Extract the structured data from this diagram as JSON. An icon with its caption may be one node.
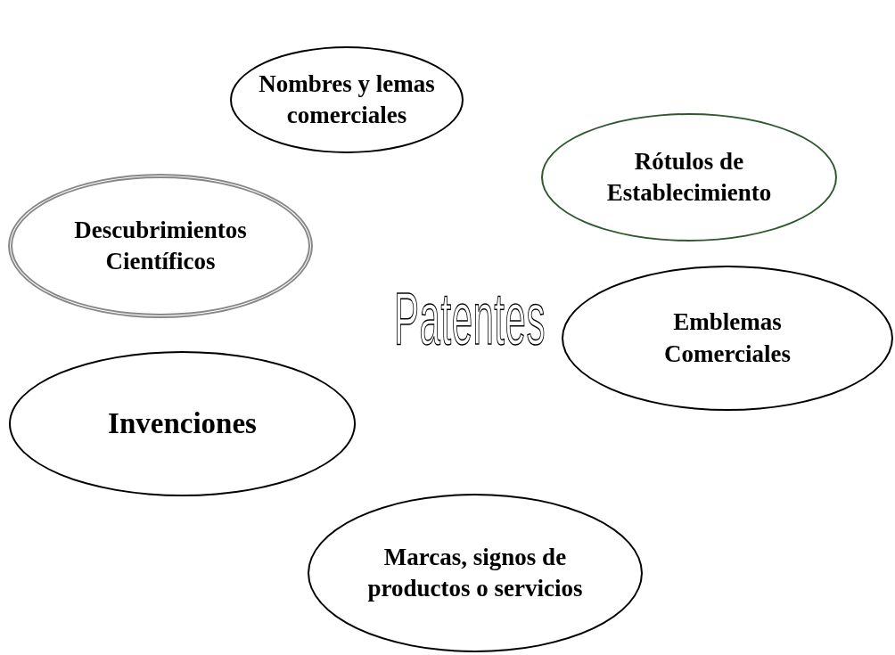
{
  "diagram": {
    "title": "Patentes",
    "nodes": [
      {
        "text": [
          "Nombres y lemas comerciales"
        ]
      },
      {
        "text": [
          "Rótulos de Establecimiento"
        ]
      },
      {
        "text": [
          "Descubrimientos Científicos"
        ]
      },
      {
        "text": [
          "Emblemas Comerciales"
        ]
      },
      {
        "text": [
          "Invenciones"
        ]
      },
      {
        "text": [
          "Marcas, signos de productos o servicios"
        ]
      }
    ]
  }
}
